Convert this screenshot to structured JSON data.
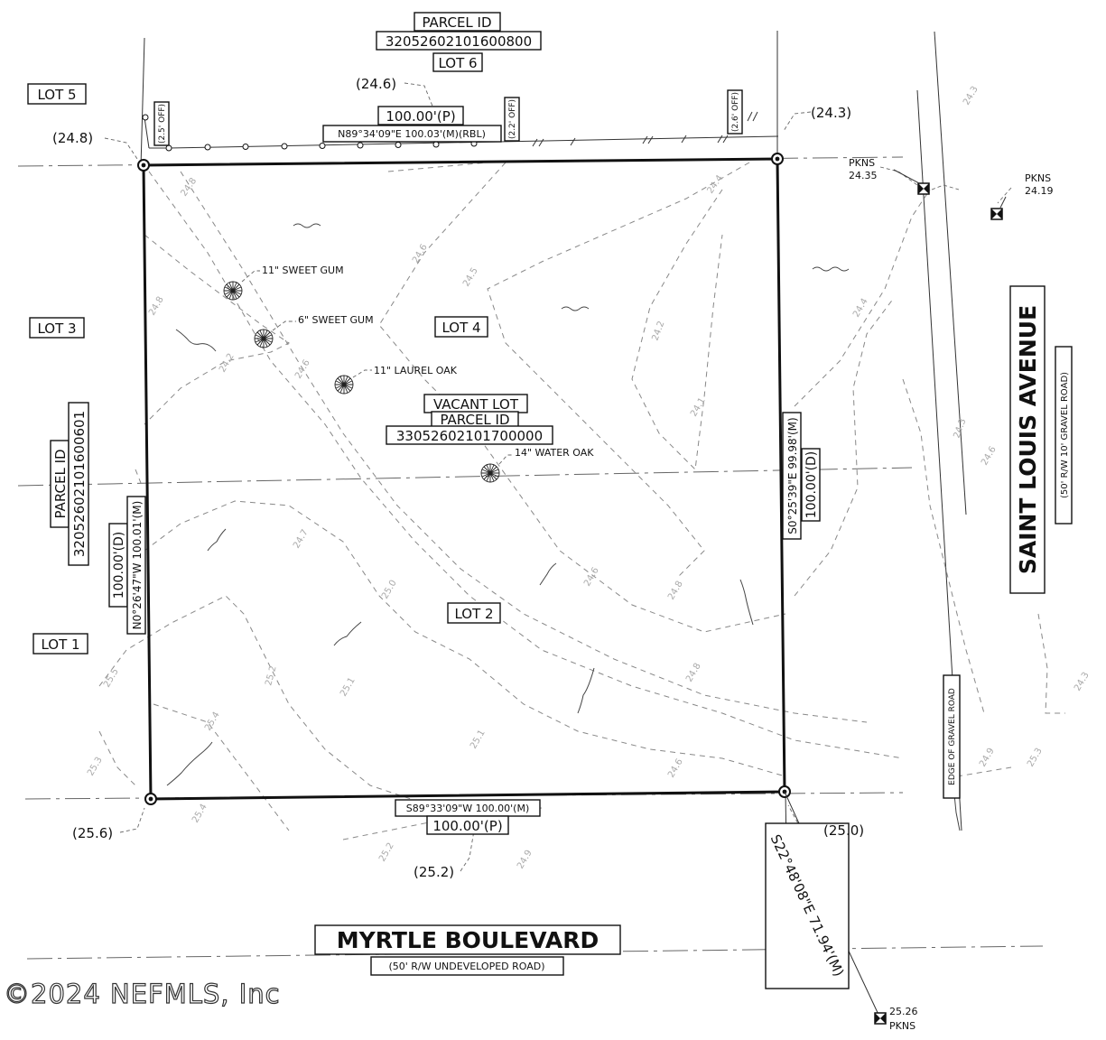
{
  "labels": {
    "parcel_id_north_title": "PARCEL ID",
    "parcel_id_north_value": "32052602101600800",
    "lot_6": "LOT 6",
    "lot_5": "LOT 5",
    "lot_3": "LOT 3",
    "lot_4": "LOT 4",
    "lot_2": "LOT 2",
    "lot_1": "LOT 1",
    "parcel_id_west_title": "PARCEL ID",
    "parcel_id_west_value": "32052602101600601",
    "vacant_lot": "VACANT LOT",
    "parcel_id_center_title": "PARCEL ID",
    "parcel_id_center_value": "33052602101700000"
  },
  "elevations": {
    "nw_spot": "(24.8)",
    "north_spot": "(24.6)",
    "ne_spot": "(24.3)",
    "sw_spot": "(25.6)",
    "south_spot": "(25.2)",
    "se_spot": "(25.0)"
  },
  "pkns": [
    {
      "label": "PKNS",
      "value": "24.35"
    },
    {
      "label": "PKNS",
      "value": "24.19"
    },
    {
      "label": "PKNS",
      "value": "25.26"
    }
  ],
  "bearings": {
    "north_plat": "100.00'(P)",
    "north_measured": "N89°34'09\"E 100.03'(M)(RBL)",
    "east_measured": "S0°25'39\"E 99.98'(M)",
    "east_deed": "100.00'(D)",
    "west_deed": "100.00'(D)",
    "west_measured": "N0°26'47\"W 100.01'(M)",
    "south_measured": "S89°33'09\"W 100.00'(M)",
    "south_plat": "100.00'(P)",
    "tie_line": "S22°48'08\"E 71.94'(M)"
  },
  "offsets": {
    "west_off": "(2.5' OFF)",
    "north_off": "(2.2' OFF)",
    "east_off": "(2.6' OFF)"
  },
  "trees": [
    {
      "label": "11\" SWEET GUM"
    },
    {
      "label": "6\" SWEET GUM"
    },
    {
      "label": "11\" LAUREL OAK"
    },
    {
      "label": "14\" WATER OAK"
    }
  ],
  "roads": {
    "east_name": "SAINT LOUIS AVENUE",
    "east_desc": "(50' R/W 10' GRAVEL ROAD)",
    "south_name": "MYRTLE BOULEVARD",
    "south_desc": "(50' R/W UNDEVELOPED ROAD)",
    "edge_of_gravel": "EDGE OF GRAVEL ROAD"
  },
  "contours": [
    "24.8",
    "24.6",
    "24.5",
    "24.4",
    "24.2",
    "24.4",
    "24.3",
    "24.1",
    "24.2",
    "24.8",
    "24.6",
    "24.3",
    "24.6",
    "24.7",
    "25.0",
    "24.8",
    "24.6",
    "25.2",
    "25.1",
    "25.5",
    "25.4",
    "25.3",
    "25.1",
    "25.2",
    "24.9",
    "24.8",
    "25.4",
    "24.3",
    "24.9",
    "25.3",
    "24.6"
  ],
  "watermark": "©2024 NEFMLS, Inc"
}
